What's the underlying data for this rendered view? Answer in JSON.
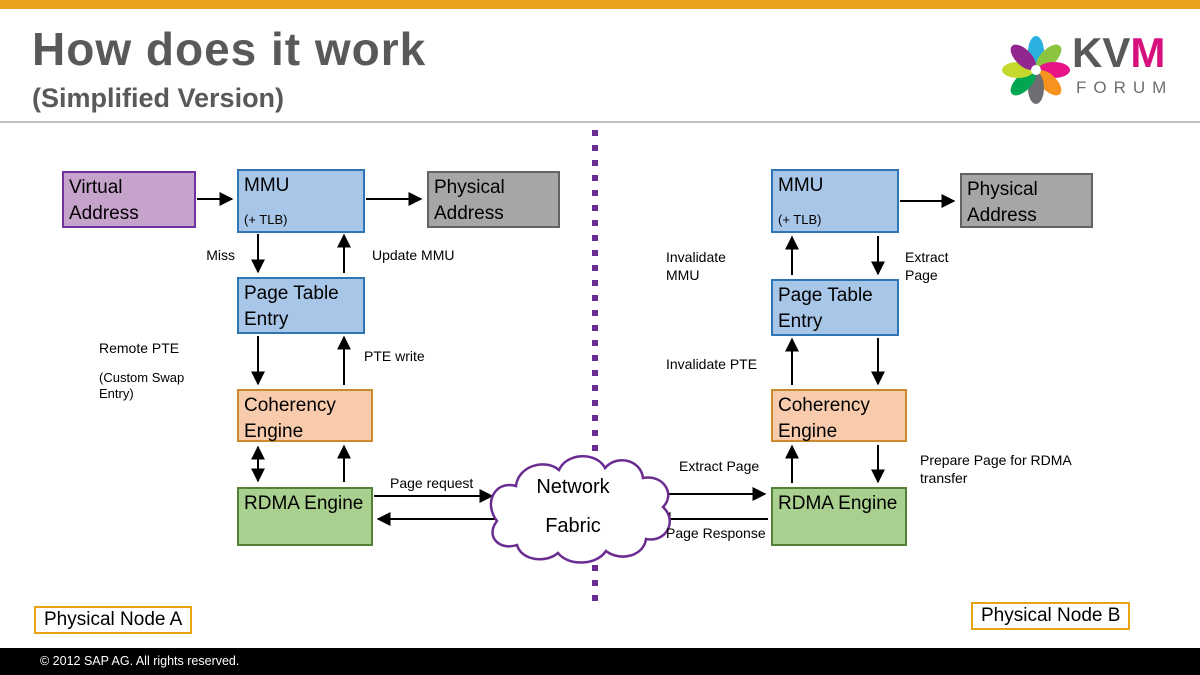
{
  "slide": {
    "title": "How does it work",
    "subtitle": "(Simplified Version)",
    "footer": "© 2012 SAP AG. All rights reserved."
  },
  "logo": {
    "kv": "KV",
    "m": "M",
    "forum": "FORUM"
  },
  "boxes": {
    "virtual_address": "Virtual Address",
    "mmu": "MMU",
    "mmu_sub": "(+ TLB)",
    "physical_address": "Physical Address",
    "page_table": "Page Table Entry",
    "coherency": "Coherency Engine",
    "rdma": "RDMA Engine"
  },
  "cloud": {
    "line1": "Network",
    "line2": "Fabric"
  },
  "labels_a": {
    "miss": "Miss",
    "update_mmu": "Update MMU",
    "remote_pte": "Remote PTE",
    "custom_swap": "(Custom Swap Entry)",
    "pte_write": "PTE write",
    "page_request": "Page request",
    "node": "Physical Node A"
  },
  "labels_b": {
    "invalidate_mmu": "Invalidate MMU",
    "extract_page": "Extract Page",
    "invalidate_pte": "Invalidate PTE",
    "extract_page_mid": "Extract Page",
    "page_response": "Page Response",
    "prepare_page": "Prepare Page for RDMA transfer",
    "node": "Physical Node B"
  },
  "colors": {
    "accent_bar": "#E9A11B",
    "title_gray": "#595959",
    "box_blue": "#A8C6E8",
    "box_purple": "#C6A3CB",
    "box_gray": "#A6A6A6",
    "box_orange": "#F8CBAD",
    "box_green": "#A9D08E",
    "divider_purple": "#6B2C91",
    "kvm_magenta": "#D6117E"
  }
}
